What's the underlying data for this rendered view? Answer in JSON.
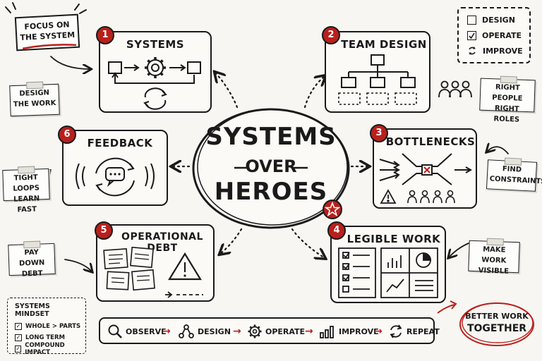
{
  "focus_note": {
    "line1": "FOCUS ON",
    "line2": "THE SYSTEM"
  },
  "legend": {
    "items": [
      {
        "label": "DESIGN",
        "icon": "empty-checkbox-icon"
      },
      {
        "label": "OPERATE",
        "icon": "checked-checkbox-icon"
      },
      {
        "label": "IMPROVE",
        "icon": "cycle-arrows-icon"
      }
    ]
  },
  "center": {
    "line1": "SYSTEMS",
    "line2": "OVER",
    "line3": "HEROES"
  },
  "boxes": {
    "systems": {
      "number": "1",
      "title": "SYSTEMS"
    },
    "team_design": {
      "number": "2",
      "title": "TEAM DESIGN"
    },
    "bottlenecks": {
      "number": "3",
      "title": "BOTTLENECKS"
    },
    "legible_work": {
      "number": "4",
      "title": "LEGIBLE WORK"
    },
    "operational_debt": {
      "number": "5",
      "title": "OPERATIONAL DEBT"
    },
    "feedback": {
      "number": "6",
      "title": "FEEDBACK"
    }
  },
  "notes": {
    "design_work": {
      "line1": "DESIGN",
      "line2": "THE WORK"
    },
    "right_people": {
      "line1": "RIGHT PEOPLE",
      "line2": "RIGHT ROLES"
    },
    "find_constraints": {
      "line1": "FIND",
      "line2": "CONSTRAINTS"
    },
    "make_work_visible": {
      "line1": "MAKE WORK",
      "line2": "VISIBLE"
    },
    "pay_down_debt": {
      "line1": "PAY DOWN",
      "line2": "DEBT"
    },
    "tight_loops": {
      "line1": "TIGHT LOOPS",
      "line2": "LEARN FAST"
    }
  },
  "mindset": {
    "title": "SYSTEMS MINDSET",
    "items": [
      "WHOLE > PARTS",
      "LONG TERM",
      "COMPOUND IMPACT"
    ]
  },
  "flow": {
    "steps": [
      {
        "label": "OBSERVE",
        "icon": "magnifier-icon"
      },
      {
        "label": "DESIGN",
        "icon": "nodes-icon"
      },
      {
        "label": "OPERATE",
        "icon": "gear-icon"
      },
      {
        "label": "IMPROVE",
        "icon": "bar-chart-icon"
      },
      {
        "label": "REPEAT",
        "icon": "cycle-arrows-icon"
      }
    ]
  },
  "better_work": {
    "line1": "BETTER WORK",
    "line2": "TOGETHER"
  },
  "colors": {
    "accent": "#b9201c",
    "ink": "#1a1a1a",
    "paper": "#f7f6f2"
  }
}
